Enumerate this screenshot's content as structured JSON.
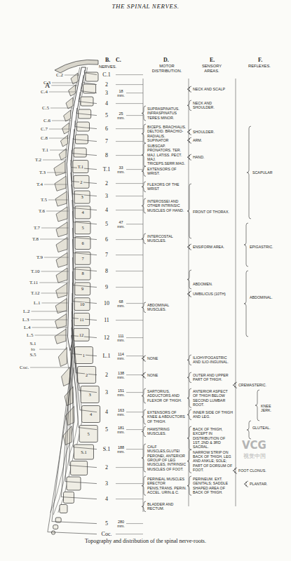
{
  "diagram": {
    "title": "THE SPINAL NERVES.",
    "caption": "Topography and distribution of the spinal nerve-roots.",
    "labels": [
      "B.",
      "C.",
      "NERVES.",
      "D.",
      "MOTOR DISTRIBUTION.",
      "E.",
      "SENSORY AREAS.",
      "F.",
      "REFLEXES.",
      "A",
      "C.2",
      "C.3",
      "C.4",
      "C.5",
      "C.6",
      "C.7",
      "C.8",
      "T.1",
      "T.2",
      "T.3",
      "T.4",
      "T.5",
      "T.6",
      "T.7",
      "T.8",
      "T.9",
      "T.10",
      "T.11",
      "T.12",
      "L.1",
      "L.2",
      "L.3",
      "L.4",
      "L.5",
      "S.1 to S.5",
      "Coc.",
      "T.1",
      "2",
      "3",
      "4",
      "5",
      "6",
      "7",
      "8",
      "9",
      "10",
      "11",
      "12",
      "1",
      "2",
      "3",
      "4",
      "5",
      "S.1",
      "C.1",
      "2",
      "3",
      "4",
      "5",
      "6",
      "7",
      "8",
      "T.1",
      "2",
      "3",
      "4",
      "5",
      "6",
      "7",
      "8",
      "9",
      "10",
      "11",
      "12",
      "L.1",
      "2",
      "3",
      "4",
      "5",
      "S.1",
      "2",
      "3",
      "4",
      "5",
      "Coc.",
      "18 mm.",
      "25 mm.",
      "33 mm.",
      "47 mm.",
      "68 mm.",
      "111 mm.",
      "114 mm.",
      "138 mm.",
      "151 mm.",
      "163 mm.",
      "181 mm.",
      "188 mm.",
      "280 mm.",
      "SUPRASPINATUS. INFRASPINATUS TERES MINOR.",
      "BICEPS. BRACHIALIS. DELTOID. BRACHIO-RADIALIS. SUPINATOR",
      "SUBSCAP. PRONATORS. TER. MAJ. LATISS. PECT. MAJ. TRICEPS.SERR.MAG.",
      "EXTENSORS OF WRIST.",
      "FLEXORS OF THE WRIST",
      "INTEROSSEI AND OTHER INTRINSIC MUSCLES OF HAND.",
      "INTERCOSTAL MUSCLES.",
      "ABDOMINAL MUSCLES.",
      "NONE",
      "NONE",
      "SARTORIUS, ADDUCTORS AND FLEXOR OF THIGH.",
      "EXTENSORS OF KNEE & ABDUCTORS OF THIGH.",
      "HAMSTRING MUSCLES.",
      "CALF MUSCLES,GLUTEI PERONEI, ANTERIOR GROUP OF LEG MUSCLES, INTRINSIC MUSCLES OF FOOT.",
      "PERINEAL MUSCLES ERECTOR PENIS,TRANS. PERIN. ACCEL. URIN.& C.",
      "BLADDER AND RECTUM.",
      "NECK AND SCALP",
      "NECK AND SHOULDER.",
      "SHOULDER.",
      "ARM.",
      "HAND.",
      "FRONT OF THORAX.",
      "ENSIFORM AREA.",
      "ABDOMEN.",
      "UMBILICUS (10TH)",
      "ILIOHYPOGASTRIC AND ILIO-INGUINAL.",
      "OUTER AND UPPER PART OF THIGH.",
      "ANTERIOR ASPECT OF THIGH BELOW SECOND LUMBAR ROOT.",
      "INNER SIDE OF THIGH AND LEG.",
      "BACK OF THIGH, EXCEPT IN DISTRIBUTION OF 1ST, 2ND & 3RD SACRAL.",
      "NARROW STRIP ON BACK OF THIGH, LEG AND ANKLE; SOLE; PART OF DORSUM OF FOOT.",
      "PERINEUM. EXT. GENITALS; SADDLE SHAPED AREA OF BACK OF THIGH.",
      "SCAPULAR",
      "EPIGASTRIC.",
      "ABDOMINAL.",
      "CREMASTERIC.",
      "KNEE JERK.",
      "GLUTEAL.",
      "FOOT CLONUS.",
      "PLANTAR.",
      "VCG",
      "视觉中国"
    ]
  }
}
